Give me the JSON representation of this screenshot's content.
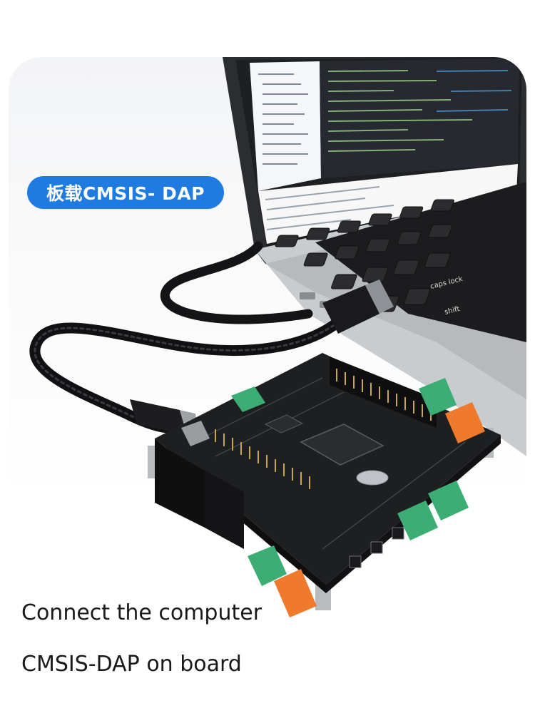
{
  "badge": {
    "label": "板载CMSIS- DAP",
    "color": "#1f7be0"
  },
  "captions": {
    "line1": "Connect the computer",
    "line2": "CMSIS-DAP on board"
  },
  "photo": {
    "subject": "laptop-connected-to-board",
    "keyboard_key_labels": [
      "caps lock",
      "shift"
    ]
  }
}
